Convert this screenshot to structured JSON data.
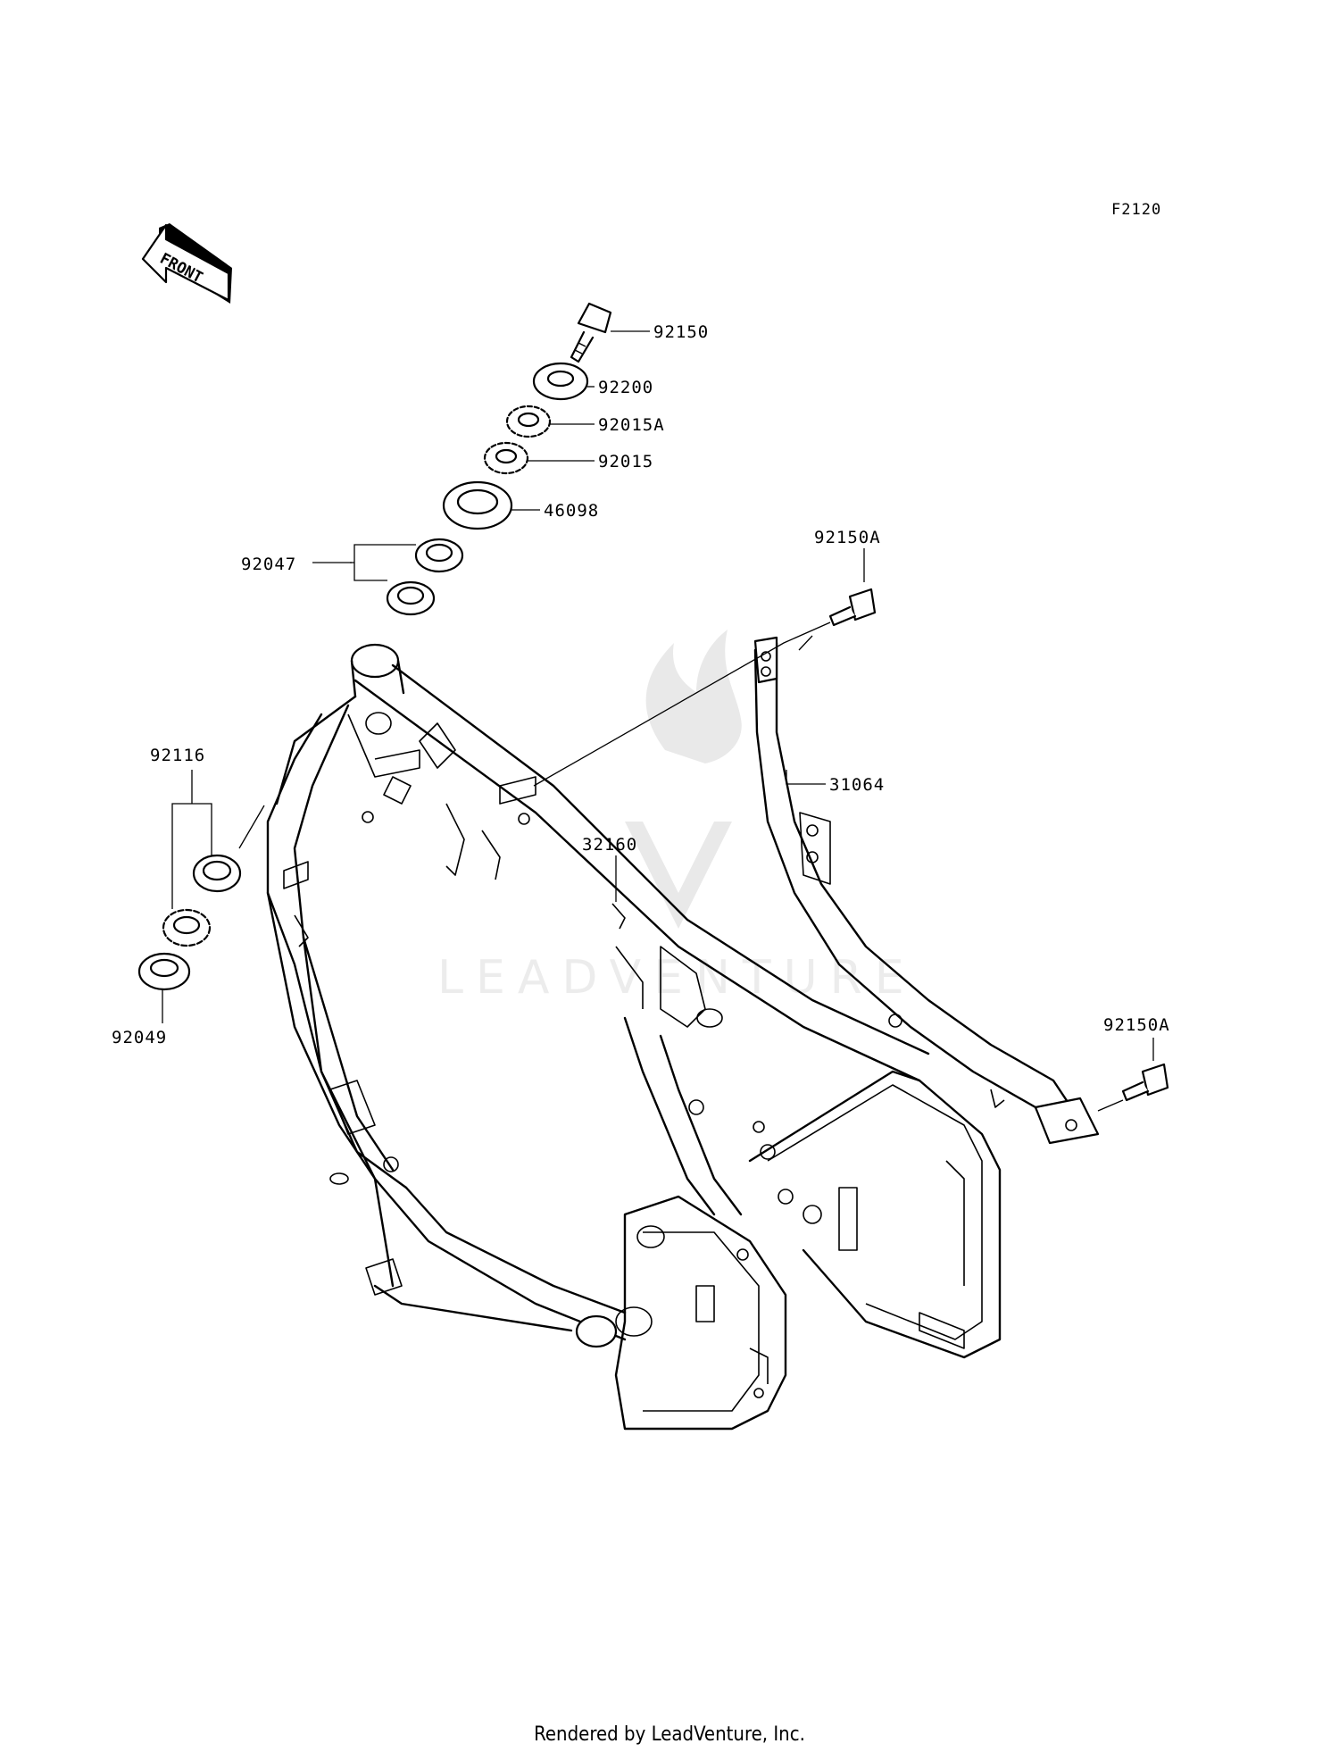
{
  "diagram_code": "F2120",
  "front_label": "FRONT",
  "watermark_text": "LEADVENTURE",
  "footer_text": "Rendered by LeadVenture, Inc.",
  "callouts": {
    "p92150": "92150",
    "p92200": "92200",
    "p92015A": "92015A",
    "p92015": "92015",
    "p46098": "46098",
    "p92047": "92047",
    "p92150A_top": "92150A",
    "p92116": "92116",
    "p31064": "31064",
    "p32160": "32160",
    "p92150A_bottom": "92150A",
    "p92049": "92049"
  }
}
